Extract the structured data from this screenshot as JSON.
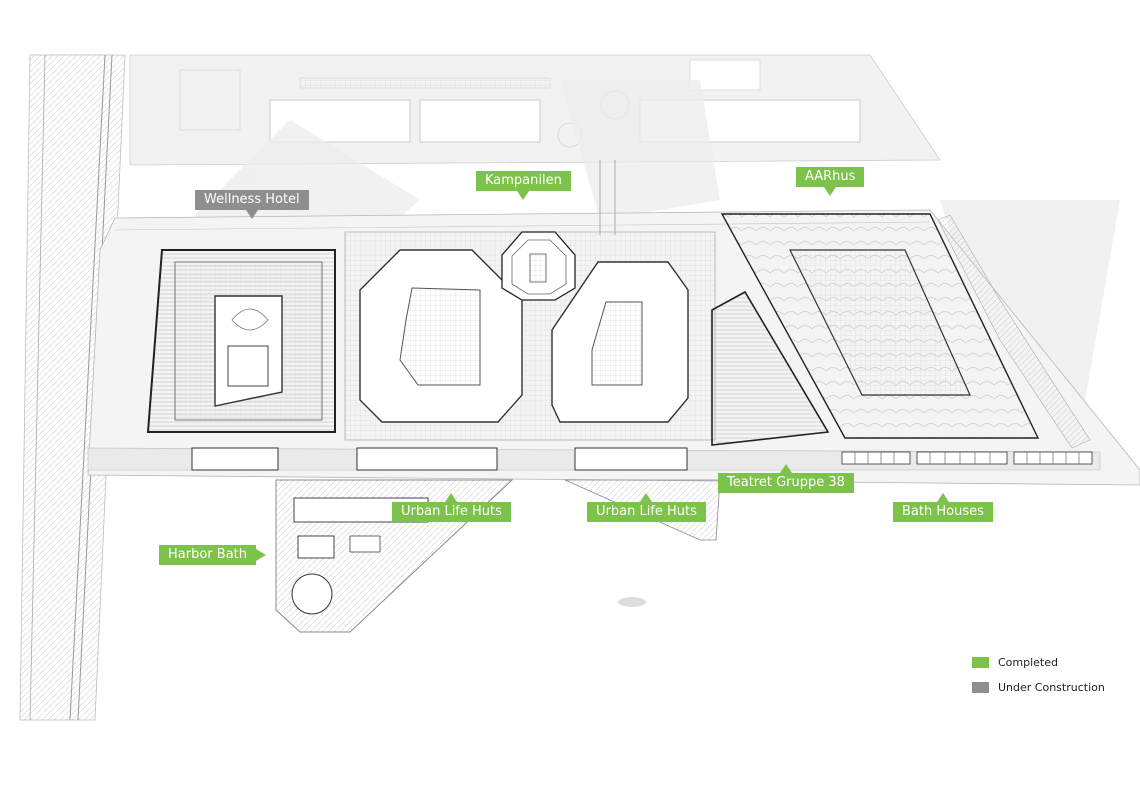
{
  "colors": {
    "completed": "#7dc24b",
    "under_construction": "#8e8e8e"
  },
  "labels": {
    "wellness_hotel": "Wellness Hotel",
    "kampanilen": "Kampanilen",
    "aarhus": "AARhus",
    "urban_life_huts_1": "Urban Life Huts",
    "urban_life_huts_2": "Urban Life Huts",
    "teatret_gruppe_38": "Teatret Gruppe 38",
    "bath_houses": "Bath Houses",
    "harbor_bath": "Harbor Bath"
  },
  "legend": {
    "completed": "Completed",
    "under_construction": "Under Construction"
  }
}
